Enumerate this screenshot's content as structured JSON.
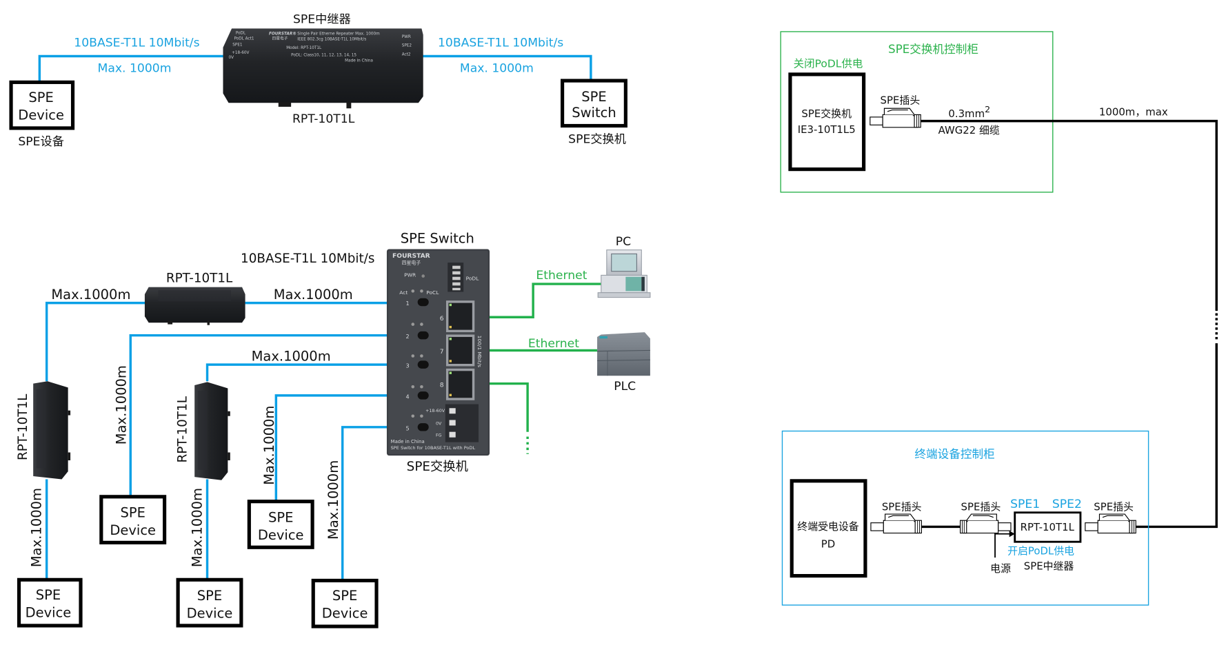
{
  "colors": {
    "spe_cable": "#0aa0e6",
    "ethernet_cable": "#22b14c",
    "cable_black": "#000000",
    "switch_cabinet_border": "#2bb24c",
    "end_cabinet_border": "#1aa3e0"
  },
  "top_section": {
    "repeater_title": "SPE中继器",
    "repeater_model_label": "RPT-10T1L",
    "left_link": {
      "speed": "10BASE-T1L  10Mbit/s",
      "distance": "Max. 1000m"
    },
    "right_link": {
      "speed": "10BASE-T1L  10Mbit/s",
      "distance": "Max. 1000m"
    },
    "device_box": {
      "line1": "SPE",
      "line2": "Device",
      "caption": "SPE设备"
    },
    "switch_box": {
      "line1": "SPE",
      "line2": "Switch",
      "caption": "SPE交换机"
    },
    "repeater_face": {
      "left_labels": [
        "PoDL",
        "PoDL  Act1",
        "SPE1",
        "+18-60V",
        "0V"
      ],
      "right_labels": [
        "PWR",
        "SPE2",
        "Act2"
      ],
      "brand": "FOURSTAR®",
      "brand_cn": "四星电子",
      "desc1": "Single Pair Etherne Repeater Max. 1000m",
      "desc2": "IEEE 802.3cg 10BASE-T1L 10Mbit/s",
      "model": "Model: RPT-10T1L",
      "podl": "PoDL: Class10, 11, 12, 13, 14, 15",
      "origin": "Made in China"
    }
  },
  "middle_section": {
    "switch_title": "SPE Switch",
    "switch_caption": "SPE交换机",
    "speed_label": "10BASE-T1L  10Mbit/s",
    "switch_face": {
      "brand": "FOURSTAR",
      "brand_cn": "四星电子",
      "pwr": "PWR",
      "act": "Act",
      "pocl": "PoCL",
      "podl": "PoDL",
      "spe_ports": [
        "1",
        "2",
        "3",
        "4",
        "5"
      ],
      "eth_ports": [
        "6",
        "7",
        "8"
      ],
      "eth_speed": "100/1 Mbit/s",
      "power_labels": [
        "+18-60V",
        "0V",
        "FG"
      ],
      "footer1": "Made in China",
      "footer2": "SPE Switch for 10BASE-T1L with PoDL"
    },
    "repeater_top_label": "RPT-10T1L",
    "repeater_vertical_labels": [
      "RPT-10T1L",
      "RPT-10T1L"
    ],
    "distance_label": "Max.1000m",
    "horizontal_distance_labels": [
      "Max.1000m",
      "Max.1000m",
      "Max.1000m"
    ],
    "vertical_distance_labels": [
      "Max.1000m",
      "Max.1000m",
      "Max.1000m",
      "Max.1000m",
      "Max.1000m"
    ],
    "devices": [
      {
        "line1": "SPE",
        "line2": "Device"
      },
      {
        "line1": "SPE",
        "line2": "Device"
      },
      {
        "line1": "SPE",
        "line2": "Device"
      },
      {
        "line1": "SPE",
        "line2": "Device"
      },
      {
        "line1": "SPE",
        "line2": "Device"
      }
    ],
    "ethernet_labels": [
      "Ethernet",
      "Ethernet"
    ],
    "pc_label": "PC",
    "plc_label": "PLC"
  },
  "switch_cabinet": {
    "title": "SPE交换机控制柜",
    "podl_note": "关闭PoDL供电",
    "switch_name": "SPE交换机",
    "switch_model": "IE3-10T1L5",
    "plug_label": "SPE插头",
    "cable_size": "0.3mm",
    "cable_size_sup": "2",
    "cable_type": "AWG22 细缆"
  },
  "trunk": {
    "distance": "1000m，max"
  },
  "end_cabinet": {
    "title": "终端设备控制柜",
    "pd_line1": "终端受电设备",
    "pd_line2": "PD",
    "plug_labels": [
      "SPE插头",
      "SPE插头",
      "SPE插头"
    ],
    "repeater_port1": "SPE1",
    "repeater_port2": "SPE2",
    "repeater_model": "RPT-10T1L",
    "podl_note": "开启PoDL供电",
    "power_label": "电源",
    "repeater_caption": "SPE中继器"
  }
}
